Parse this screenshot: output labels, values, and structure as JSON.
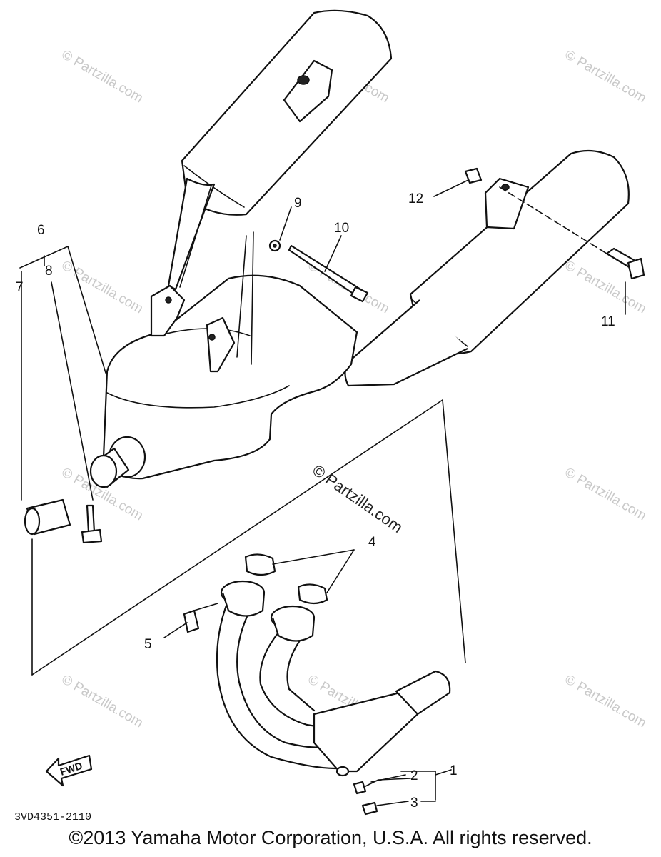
{
  "diagram": {
    "callouts": [
      "1",
      "2",
      "3",
      "4",
      "5",
      "6",
      "7",
      "8",
      "9",
      "10",
      "11",
      "12"
    ],
    "part_code": "3VD4351-2110",
    "fwd_label": "FWD",
    "watermark_main": "© Partzilla.com",
    "watermark_faint": "© Partzilla.com"
  },
  "copyright": "©2013 Yamaha Motor Corporation, U.S.A. All rights reserved."
}
